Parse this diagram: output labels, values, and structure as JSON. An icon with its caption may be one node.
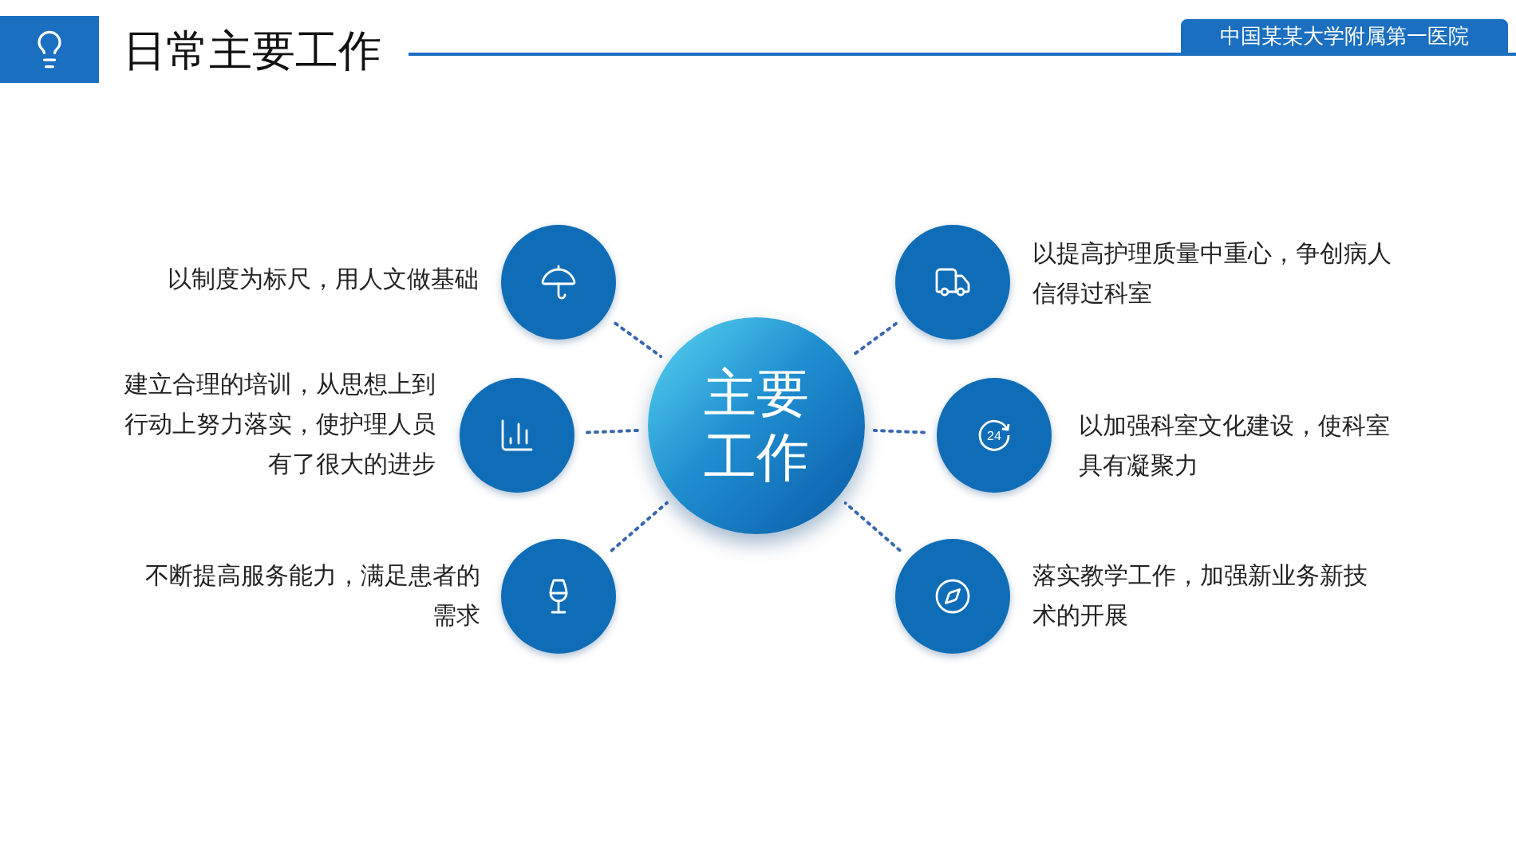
{
  "diagram": {
    "title": "日常主要工作",
    "nodes": [
      {
        "text": [
          "主要工作"
        ]
      },
      {
        "text": [],
        "shape": "circle",
        "beside": [
          "以制度为标尺，用人文做基础"
        ]
      },
      {
        "text": [],
        "shape": "circle",
        "beside": [
          "建立合理的培训，从思想上到行动上努力落实，使护理人员有了很大的进步"
        ]
      },
      {
        "text": [],
        "shape": "circle",
        "beside": [
          "不断提高服务能力，满足患者的需求"
        ]
      },
      {
        "text": [],
        "shape": "circle",
        "beside": [
          "以提高护理质量中重心，争创病人信得过科室"
        ]
      },
      {
        "text": [],
        "shape": "circle",
        "beside": [
          "以加强科室文化建设，使科室具有凝聚力"
        ]
      },
      {
        "text": [],
        "shape": "circle",
        "beside": [
          "落实教学工作，加强新业务新技术的开展"
        ]
      }
    ],
    "edges": [
      {
        "from": 1,
        "to": 0,
        "arrow": "none"
      },
      {
        "from": 2,
        "to": 0,
        "arrow": "none"
      },
      {
        "from": 3,
        "to": 0,
        "arrow": "none"
      },
      {
        "from": 4,
        "to": 0,
        "arrow": "none"
      },
      {
        "from": 5,
        "to": 0,
        "arrow": "none"
      },
      {
        "from": 6,
        "to": 0,
        "arrow": "none"
      }
    ],
    "labels": [
      "中国某某大学附属第一医院",
      "24"
    ]
  }
}
